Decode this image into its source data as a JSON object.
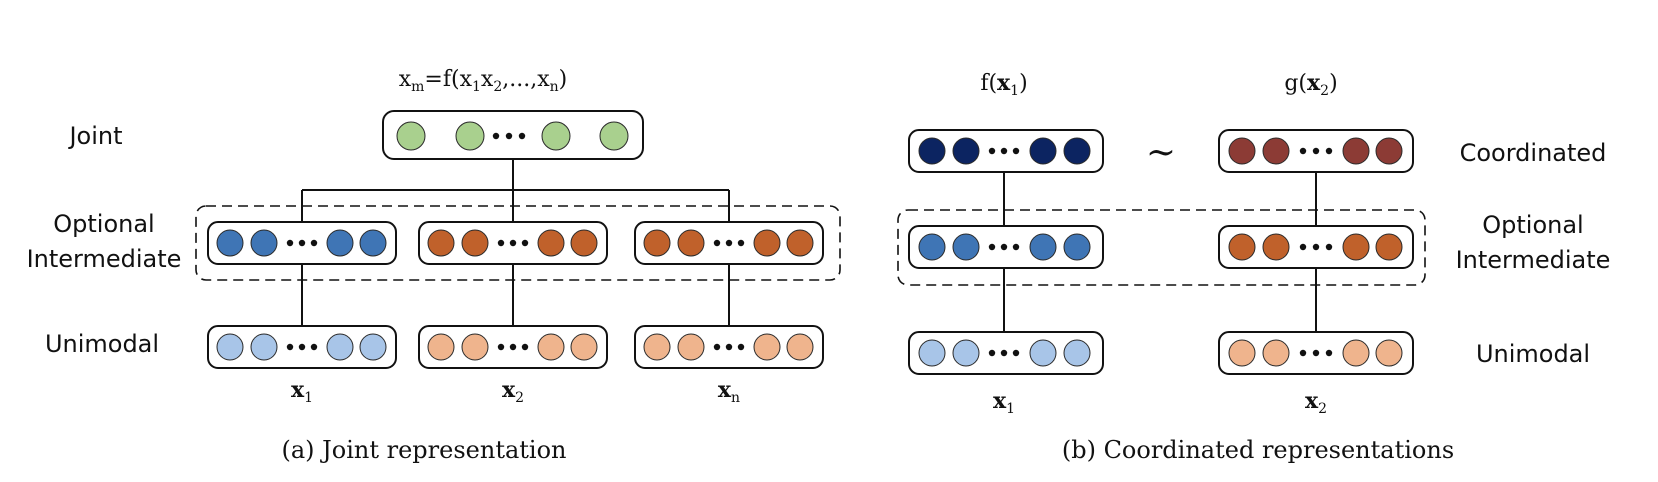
{
  "colors": {
    "joint_green": "#a9d08e",
    "mid_blue": "#3f75b5",
    "mid_orange": "#c0612b",
    "uni_blue": "#a8c5e8",
    "uni_orange": "#efb48d",
    "coord_navy": "#0c2461",
    "coord_brown": "#8c3b35"
  },
  "panel_a": {
    "top_formula": {
      "base": "x",
      "sub": "m",
      "rest": "=f(x",
      "terms": [
        {
          "sub": "1",
          "after": "x"
        },
        {
          "sub": "2",
          "after": ",...,x"
        },
        {
          "sub": "n",
          "after": ")"
        }
      ]
    },
    "labels": {
      "joint": "Joint",
      "optional_1": "Optional",
      "optional_2": "Intermediate",
      "unimodal": "Unimodal"
    },
    "inputs": [
      {
        "base": "x",
        "sub": "1"
      },
      {
        "base": "x",
        "sub": "2"
      },
      {
        "base": "x",
        "sub": "n"
      }
    ],
    "caption": "(a) Joint representation"
  },
  "panel_b": {
    "top_left": {
      "pre": "f(",
      "base": "x",
      "sub": "1",
      "post": ")"
    },
    "top_right": {
      "pre": "g(",
      "base": "x",
      "sub": "2",
      "post": ")"
    },
    "similarity": "∼",
    "labels": {
      "coordinated": "Coordinated",
      "optional_1": "Optional",
      "optional_2": "Intermediate",
      "unimodal": "Unimodal"
    },
    "inputs": [
      {
        "base": "x",
        "sub": "1"
      },
      {
        "base": "x",
        "sub": "2"
      }
    ],
    "caption": "(b) Coordinated representations"
  }
}
